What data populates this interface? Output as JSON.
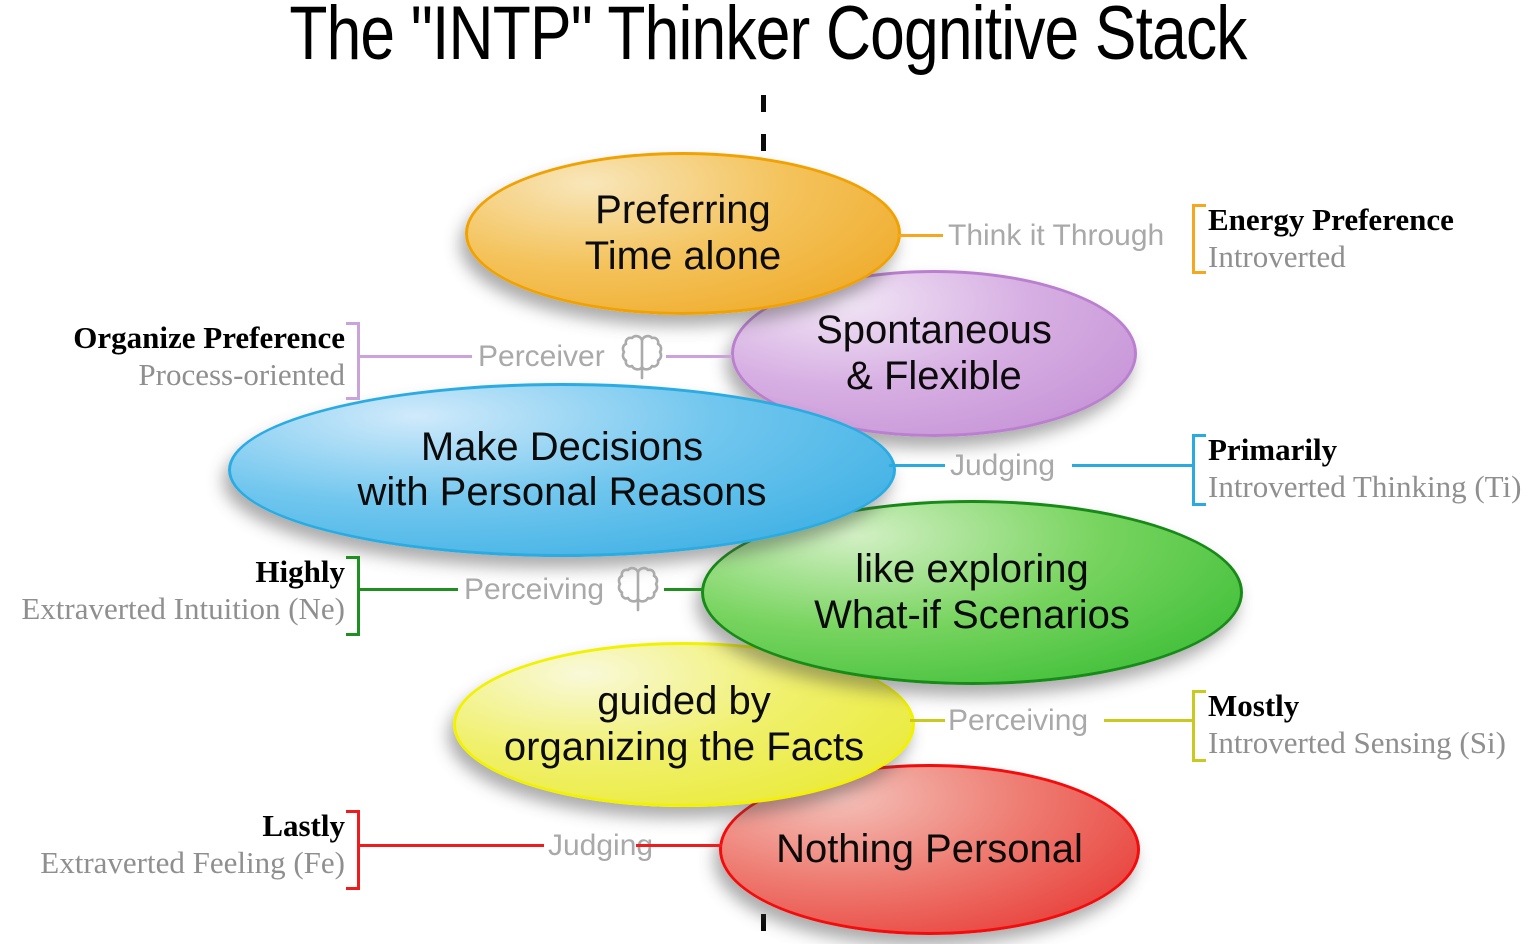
{
  "title": "The \"INTP\" Thinker Cognitive Stack",
  "colors": {
    "orange": "#f0a202",
    "purple": "#c9a3d9",
    "blue": "#29abe2",
    "green": "#1f8f1f",
    "yellow": "#c9c91e",
    "red": "#ee1c1c",
    "gray_label": "#a9a9a9",
    "serif_gray": "#8f8f8f",
    "dash_line": "#0a0a0a"
  },
  "icons": {
    "perceiver_icon": "brain",
    "perceiving_icon": "brain"
  },
  "ellipses": {
    "orange": {
      "line1": "Preferring",
      "line2": "Time alone"
    },
    "purple": {
      "line1": "Spontaneous",
      "line2": "& Flexible"
    },
    "blue": {
      "line1": "Make Decisions",
      "line2": "with Personal Reasons"
    },
    "green": {
      "line1": "like exploring",
      "line2": "What-if Scenarios"
    },
    "yellow": {
      "line1": "guided by",
      "line2": "organizing the Facts"
    },
    "red": {
      "line1": "Nothing Personal"
    }
  },
  "labels": {
    "row1": {
      "mid": "Think it Through",
      "bold": "Energy Preference",
      "sub": "Introverted"
    },
    "row2": {
      "bold": "Organize Preference",
      "sub": "Process-oriented",
      "mid": "Perceiver"
    },
    "row3": {
      "mid": "Judging",
      "bold": "Primarily",
      "sub": "Introverted Thinking (Ti)"
    },
    "row4": {
      "bold": "Highly",
      "sub": "Extraverted Intuition (Ne)",
      "mid": "Perceiving"
    },
    "row5": {
      "mid": "Perceiving",
      "bold": "Mostly",
      "sub": "Introverted Sensing (Si)"
    },
    "row6": {
      "bold": "Lastly",
      "sub": "Extraverted Feeling (Fe)",
      "mid": "Judging"
    }
  }
}
